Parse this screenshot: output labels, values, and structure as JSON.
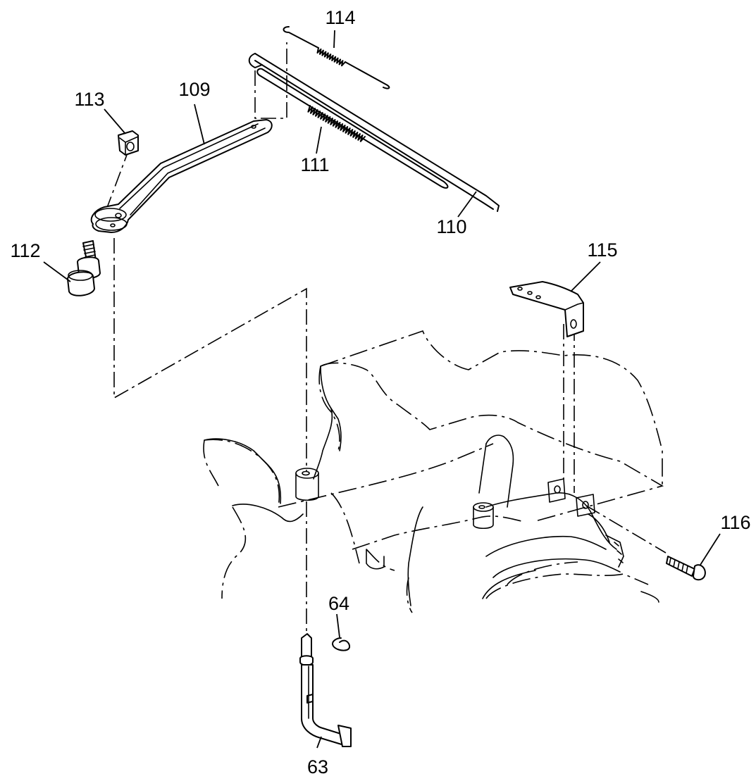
{
  "labels": {
    "p63": "63",
    "p64": "64",
    "p109": "109",
    "p110": "110",
    "p111": "111",
    "p112": "112",
    "p113": "113",
    "p114": "114",
    "p115": "115",
    "p116": "116"
  }
}
